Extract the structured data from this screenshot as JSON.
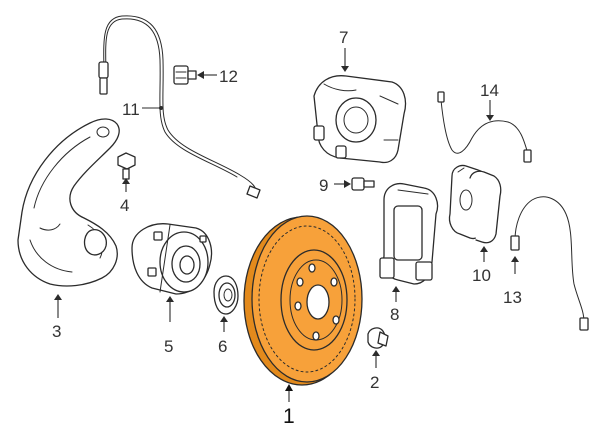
{
  "colors": {
    "highlight": "#f7a13a",
    "highlight_dark": "#e38a1c",
    "line": "#2b2b2b",
    "background": "#ffffff"
  },
  "callouts": {
    "rotor": "1",
    "rotor_bolt": "2",
    "splash_shield": "3",
    "shield_bolt": "4",
    "hub_bearing": "5",
    "hub_nut": "6",
    "caliper": "7",
    "caliper_bracket": "8",
    "bracket_bolt": "9",
    "brake_pads": "10",
    "front_abs_sensor": "11",
    "sensor_bolt": "12",
    "rear_wear_sensor": "13",
    "upper_wear_sensor": "14"
  }
}
